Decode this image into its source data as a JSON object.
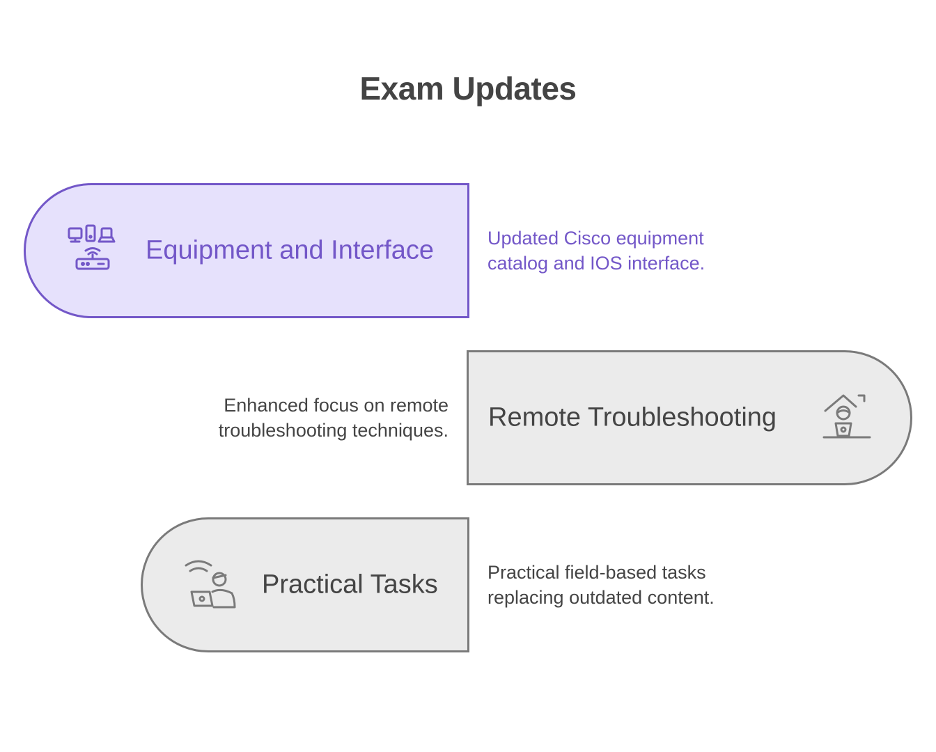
{
  "title": "Exam Updates",
  "colors": {
    "accent": "#7357c8",
    "accent_fill": "#e6e1fc",
    "neutral_stroke": "#7a7a7a",
    "neutral_fill": "#ebebeb",
    "text": "#444444"
  },
  "items": [
    {
      "label": "Equipment and Interface",
      "icon": "network-devices-icon",
      "description": [
        "Updated Cisco equipment",
        "catalog and IOS interface."
      ],
      "highlighted": true
    },
    {
      "label": "Remote Troubleshooting",
      "icon": "remote-work-icon",
      "description": [
        "Enhanced focus on remote",
        "troubleshooting techniques."
      ],
      "highlighted": false
    },
    {
      "label": "Practical Tasks",
      "icon": "field-technician-icon",
      "description": [
        "Practical field-based tasks",
        "replacing outdated content."
      ],
      "highlighted": false
    }
  ]
}
